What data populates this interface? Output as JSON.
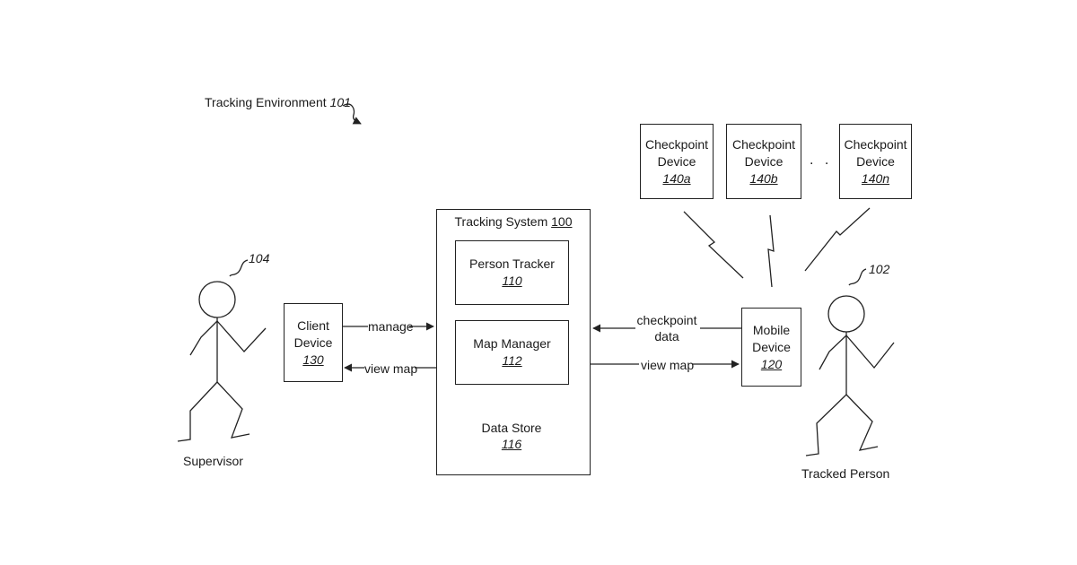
{
  "environment": {
    "label": "Tracking Environment",
    "ref": "101"
  },
  "tracking_system": {
    "label": "Tracking System",
    "ref": "100"
  },
  "person_tracker": {
    "label": "Person Tracker",
    "ref": "110"
  },
  "map_manager": {
    "label": "Map Manager",
    "ref": "112"
  },
  "data_store": {
    "label": "Data Store",
    "ref": "116"
  },
  "client_device": {
    "line1": "Client",
    "line2": "Device",
    "ref": "130"
  },
  "mobile_device": {
    "line1": "Mobile",
    "line2": "Device",
    "ref": "120"
  },
  "checkpoints": [
    {
      "line1": "Checkpoint",
      "line2": "Device",
      "ref": "140a"
    },
    {
      "line1": "Checkpoint",
      "line2": "Device",
      "ref": "140b"
    },
    {
      "line1": "Checkpoint",
      "line2": "Device",
      "ref": "140n"
    }
  ],
  "ellipsis": ". . .",
  "arrows": {
    "manage": "manage",
    "view_map_left": "view map",
    "checkpoint_data_line1": "checkpoint",
    "checkpoint_data_line2": "data",
    "view_map_right": "view map"
  },
  "supervisor": {
    "label": "Supervisor",
    "ref": "104"
  },
  "tracked_person": {
    "label": "Tracked Person",
    "ref": "102"
  }
}
